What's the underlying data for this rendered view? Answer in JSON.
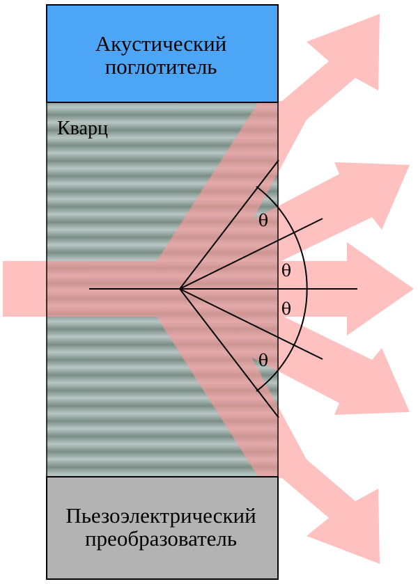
{
  "absorber": {
    "line1": "Акустический",
    "line2": "поглотитель",
    "color": "#4da6f5"
  },
  "crystal": {
    "label": "Кварц",
    "base_color": "#a9b7b6",
    "stripe_color": "#7d9088"
  },
  "transducer": {
    "line1": "Пьезоэлектрический",
    "line2": "преобразователь",
    "color": "#b3b3b3"
  },
  "beam": {
    "color": "#ff9a9a",
    "input_direction": "from-left",
    "diffraction_orders": 5
  },
  "angles": {
    "symbol": "θ",
    "count": 4
  }
}
